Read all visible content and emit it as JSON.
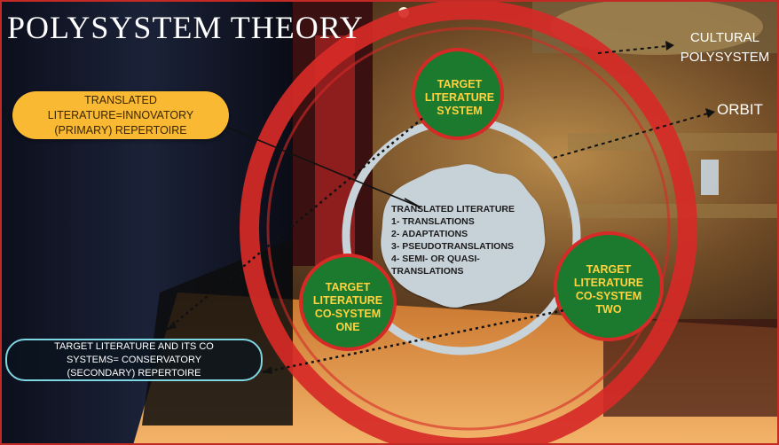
{
  "title": "POLYSYSTEM THEORY",
  "cultural_polysystem_label": [
    "CULTURAL",
    "POLYSYSTEM"
  ],
  "orbit_label": "ORBIT",
  "translated_pill": [
    "TRANSLATED",
    "LITERATURE=INNOVATORY",
    "(PRIMARY) REPERTOIRE"
  ],
  "conservatory_pill": [
    "TARGET LITERATURE  AND  ITS CO",
    "SYSTEMS=  CONSERVATORY",
    "(SECONDARY) REPERTOIRE"
  ],
  "target_system": [
    "TARGET",
    "LITERATURE",
    "SYSTEM"
  ],
  "cosystem_one": [
    "TARGET",
    "LITERATURE",
    "CO-SYSTEM",
    "ONE"
  ],
  "cosystem_two": [
    "TARGET",
    "LITERATURE",
    "CO-SYSTEM",
    "TWO"
  ],
  "center": {
    "heading": "TRANSLATED LITERATURE",
    "items": [
      "1- TRANSLATIONS",
      "2-  ADAPTATIONS",
      "3-  PSEUDOTRANSLATIONS",
      "4-  SEMI- OR QUASI-",
      "TRANSLATIONS"
    ]
  },
  "colors": {
    "outer_ring": "#d62a27",
    "inner_ring": "#c8d2d9",
    "green_node": "#1c7a2e",
    "node_text": "#ffd23f",
    "pill_orange": "#f9b932",
    "pill_outline": "#7fd6e3"
  }
}
